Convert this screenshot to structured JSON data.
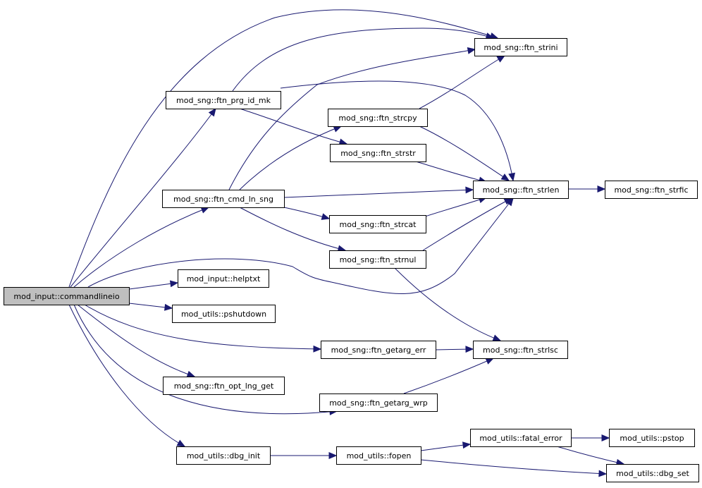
{
  "diagram": {
    "type": "call-graph",
    "edge_color": "#191970",
    "root_fill": "#bfbfbf",
    "nodes": [
      {
        "id": "commandlineio",
        "label": "mod_input::commandlineio",
        "root": true
      },
      {
        "id": "strini",
        "label": "mod_sng::ftn_strini"
      },
      {
        "id": "prg_id_mk",
        "label": "mod_sng::ftn_prg_id_mk"
      },
      {
        "id": "strcpy",
        "label": "mod_sng::ftn_strcpy"
      },
      {
        "id": "strstr",
        "label": "mod_sng::ftn_strstr"
      },
      {
        "id": "strlen",
        "label": "mod_sng::ftn_strlen"
      },
      {
        "id": "strfic",
        "label": "mod_sng::ftn_strfic"
      },
      {
        "id": "cmd_ln_sng",
        "label": "mod_sng::ftn_cmd_ln_sng"
      },
      {
        "id": "strcat",
        "label": "mod_sng::ftn_strcat"
      },
      {
        "id": "strnul",
        "label": "mod_sng::ftn_strnul"
      },
      {
        "id": "helptxt",
        "label": "mod_input::helptxt"
      },
      {
        "id": "pshutdown",
        "label": "mod_utils::pshutdown"
      },
      {
        "id": "getarg_err",
        "label": "mod_sng::ftn_getarg_err"
      },
      {
        "id": "strlsc",
        "label": "mod_sng::ftn_strlsc"
      },
      {
        "id": "opt_lng_get",
        "label": "mod_sng::ftn_opt_lng_get"
      },
      {
        "id": "getarg_wrp",
        "label": "mod_sng::ftn_getarg_wrp"
      },
      {
        "id": "fatal_error",
        "label": "mod_utils::fatal_error"
      },
      {
        "id": "pstop",
        "label": "mod_utils::pstop"
      },
      {
        "id": "dbg_init",
        "label": "mod_utils::dbg_init"
      },
      {
        "id": "fopen",
        "label": "mod_utils::fopen"
      },
      {
        "id": "dbg_set",
        "label": "mod_utils::dbg_set"
      }
    ],
    "edges": [
      {
        "from": "commandlineio",
        "to": "strini"
      },
      {
        "from": "commandlineio",
        "to": "prg_id_mk"
      },
      {
        "from": "commandlineio",
        "to": "cmd_ln_sng"
      },
      {
        "from": "commandlineio",
        "to": "strlen"
      },
      {
        "from": "commandlineio",
        "to": "helptxt"
      },
      {
        "from": "commandlineio",
        "to": "pshutdown"
      },
      {
        "from": "commandlineio",
        "to": "getarg_err"
      },
      {
        "from": "commandlineio",
        "to": "opt_lng_get"
      },
      {
        "from": "commandlineio",
        "to": "getarg_wrp"
      },
      {
        "from": "commandlineio",
        "to": "dbg_init"
      },
      {
        "from": "prg_id_mk",
        "to": "strini"
      },
      {
        "from": "prg_id_mk",
        "to": "strlen"
      },
      {
        "from": "prg_id_mk",
        "to": "strstr"
      },
      {
        "from": "cmd_ln_sng",
        "to": "strini"
      },
      {
        "from": "cmd_ln_sng",
        "to": "strcpy"
      },
      {
        "from": "cmd_ln_sng",
        "to": "strlen"
      },
      {
        "from": "cmd_ln_sng",
        "to": "strcat"
      },
      {
        "from": "cmd_ln_sng",
        "to": "strnul"
      },
      {
        "from": "strcpy",
        "to": "strini"
      },
      {
        "from": "strcpy",
        "to": "strlen"
      },
      {
        "from": "strstr",
        "to": "strlen"
      },
      {
        "from": "strcat",
        "to": "strlen"
      },
      {
        "from": "strnul",
        "to": "strlen"
      },
      {
        "from": "strnul",
        "to": "strlsc"
      },
      {
        "from": "strlen",
        "to": "strfic"
      },
      {
        "from": "getarg_err",
        "to": "strlsc"
      },
      {
        "from": "getarg_wrp",
        "to": "strlsc"
      },
      {
        "from": "dbg_init",
        "to": "fopen"
      },
      {
        "from": "fopen",
        "to": "fatal_error"
      },
      {
        "from": "fopen",
        "to": "dbg_set"
      },
      {
        "from": "fatal_error",
        "to": "pstop"
      },
      {
        "from": "fatal_error",
        "to": "dbg_set"
      }
    ]
  }
}
